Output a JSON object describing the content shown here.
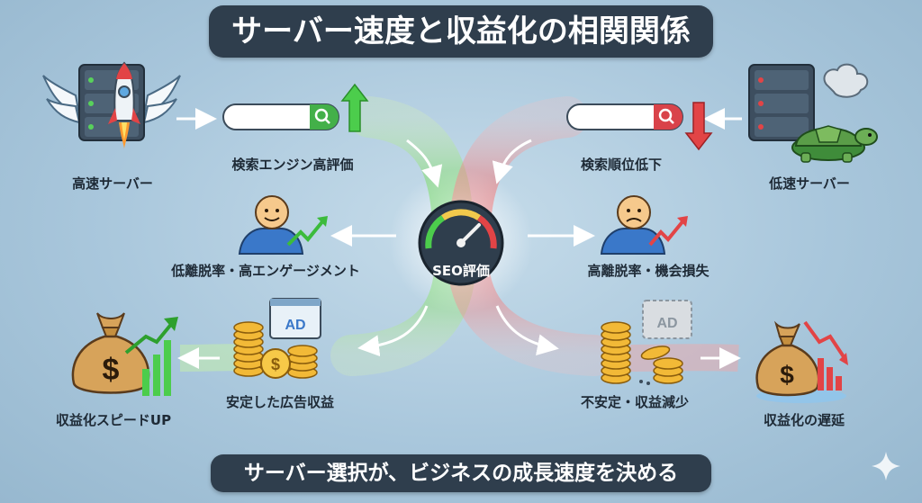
{
  "title": "サーバー速度と収益化の相関関係",
  "footer": "サーバー選択が、ビジネスの成長速度を決める",
  "center": {
    "label": "SEO評価"
  },
  "left": {
    "server_label": "高速サーバー",
    "search_label": "検索エンジン高評価",
    "engagement_label": "低離脱率・高エンゲージメント",
    "revenue_label": "安定した広告収益",
    "growth_label": "収益化スピードUP",
    "ad_text": "AD"
  },
  "right": {
    "server_label": "低速サーバー",
    "search_label": "検索順位低下",
    "engagement_label": "高離脱率・機会損失",
    "revenue_label": "不安定・収益減少",
    "growth_label": "収益化の遅延",
    "ad_text": "AD"
  },
  "colors": {
    "positive": "#3cc43c",
    "negative": "#e5484d",
    "dark_pill": "#2f3e4d",
    "background": "#a9c7dc"
  },
  "icons": [
    "winged-rocket-server-icon",
    "turtle-server-icon",
    "search-bar-icon",
    "arrow-up-icon",
    "arrow-down-icon",
    "happy-person-icon",
    "sad-person-icon",
    "ad-coins-icon",
    "money-bag-icon",
    "speedometer-icon",
    "sparkle-icon"
  ]
}
